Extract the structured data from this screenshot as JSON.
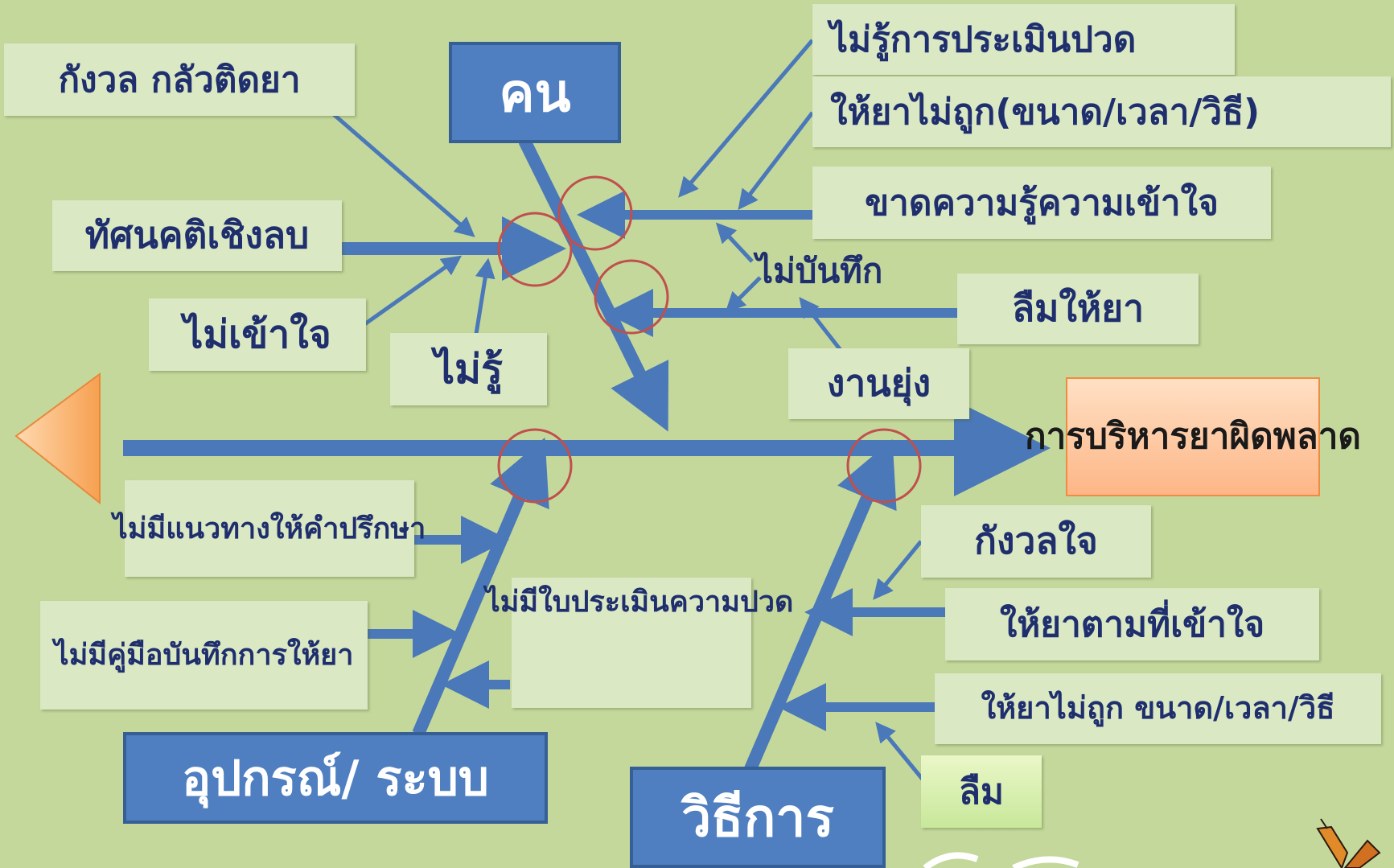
{
  "effect": {
    "line1": "การบริหาร",
    "line2": "ยาผิดพลาด"
  },
  "categories": {
    "people": "คน",
    "equipment_system": "อุปกรณ์/ ระบบ",
    "method": "วิธีการ"
  },
  "people_causes": {
    "worry_addiction": "กังวล กลัวติดยา",
    "negative_attitude": "ทัศนคติเชิงลบ",
    "not_understand": "ไม่เข้าใจ",
    "not_know": "ไม่รู้",
    "no_pain_assessment_knowledge": "ไม่รู้การประเมินปวด",
    "wrong_dosing": "ให้ยาไม่ถูก(ขนาด/เวลา/วิธี)",
    "lack_knowledge": "ขาดความรู้ความเข้าใจ",
    "no_record": "ไม่บันทึก",
    "forget_give_drug": "ลืมให้ยา",
    "busy_work": "งานยุ่ง"
  },
  "equipment_causes": {
    "no_counseling_line1": "ไม่มีแนวทางให้",
    "no_counseling_line2": "คำปรึกษา",
    "no_record_manual_line1": "ไม่มีคู่มือบันทึก",
    "no_record_manual_line2": "การให้ยา",
    "no_pain_form_line1": "ไม่มีใบประเมิน",
    "no_pain_form_line2": "ความปวด"
  },
  "method_causes": {
    "anxious": "กังวลใจ",
    "as_understood": "ให้ยาตามที่เข้าใจ",
    "wrong_dosing": "ให้ยาไม่ถูก ขนาด/เวลา/วิธี",
    "forget": "ลืม"
  },
  "colors": {
    "background": "#c4d89c",
    "arrow": "#4a78b8",
    "category_box": "#4f7fc0",
    "cause_box": "#dbe8c4",
    "highlight_circle": "#c0504d",
    "effect_box": "#fdb687"
  }
}
